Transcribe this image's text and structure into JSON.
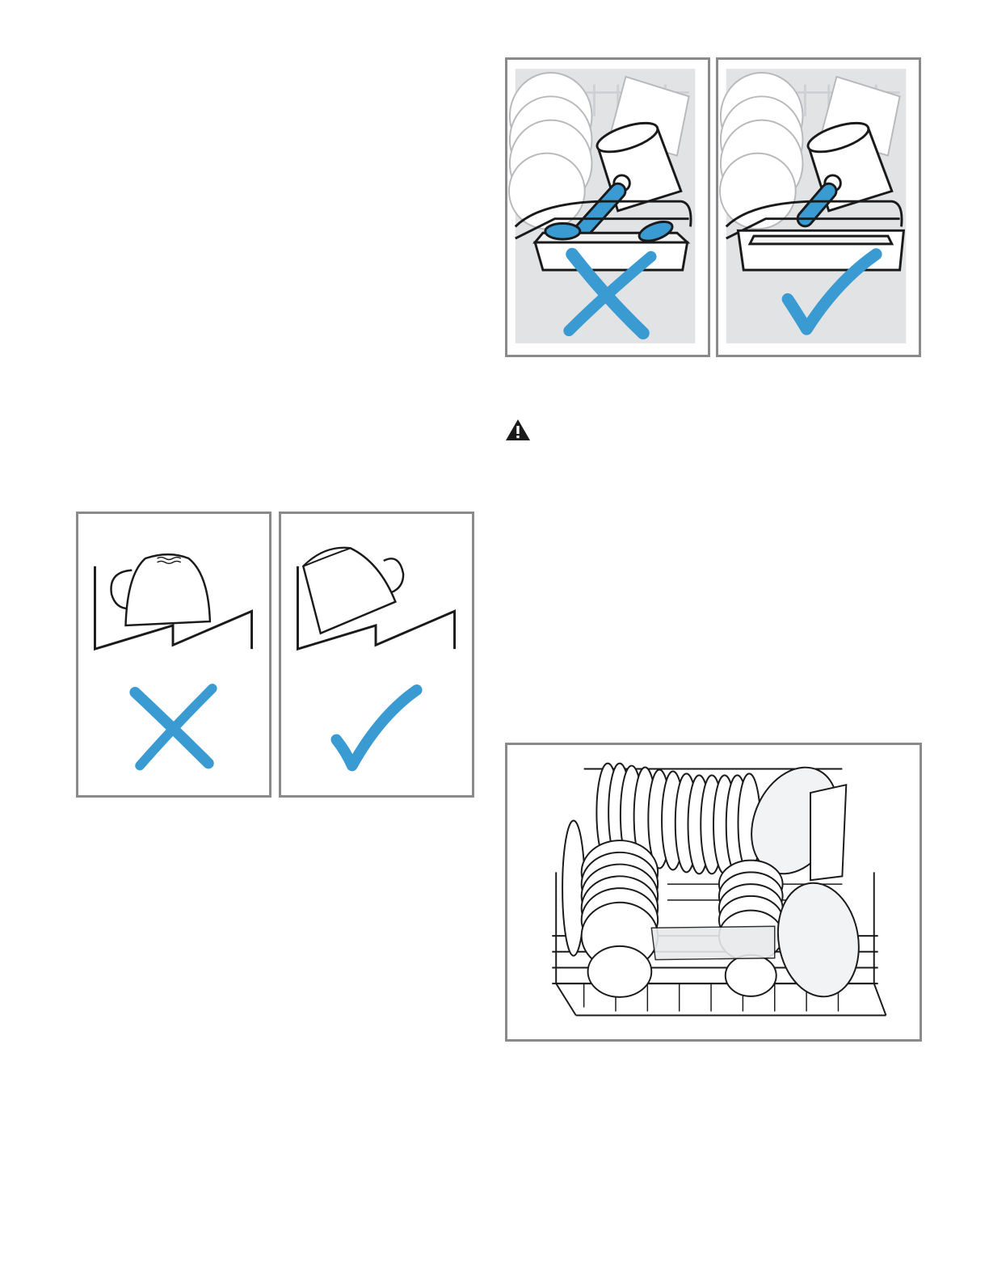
{
  "page": {
    "background": "#ffffff"
  },
  "colors": {
    "mark_blue": "#3a9ad2",
    "panel_border": "#8a8a8a",
    "scene_gray": "#e2e3e5",
    "line": "#1a1a1a"
  },
  "figures": [
    {
      "name": "pot-handle-wrong",
      "verdict": "incorrect",
      "icon": "cross-mark-icon"
    },
    {
      "name": "pot-handle-right",
      "verdict": "correct",
      "icon": "check-mark-icon"
    },
    {
      "name": "cup-flat-wrong",
      "verdict": "incorrect",
      "icon": "cross-mark-icon"
    },
    {
      "name": "cup-tilted-right",
      "verdict": "correct",
      "icon": "check-mark-icon"
    },
    {
      "name": "loaded-lower-rack",
      "verdict": "example",
      "icon": "dish-rack-icon"
    }
  ],
  "warning": {
    "icon": "warning-triangle-icon"
  }
}
